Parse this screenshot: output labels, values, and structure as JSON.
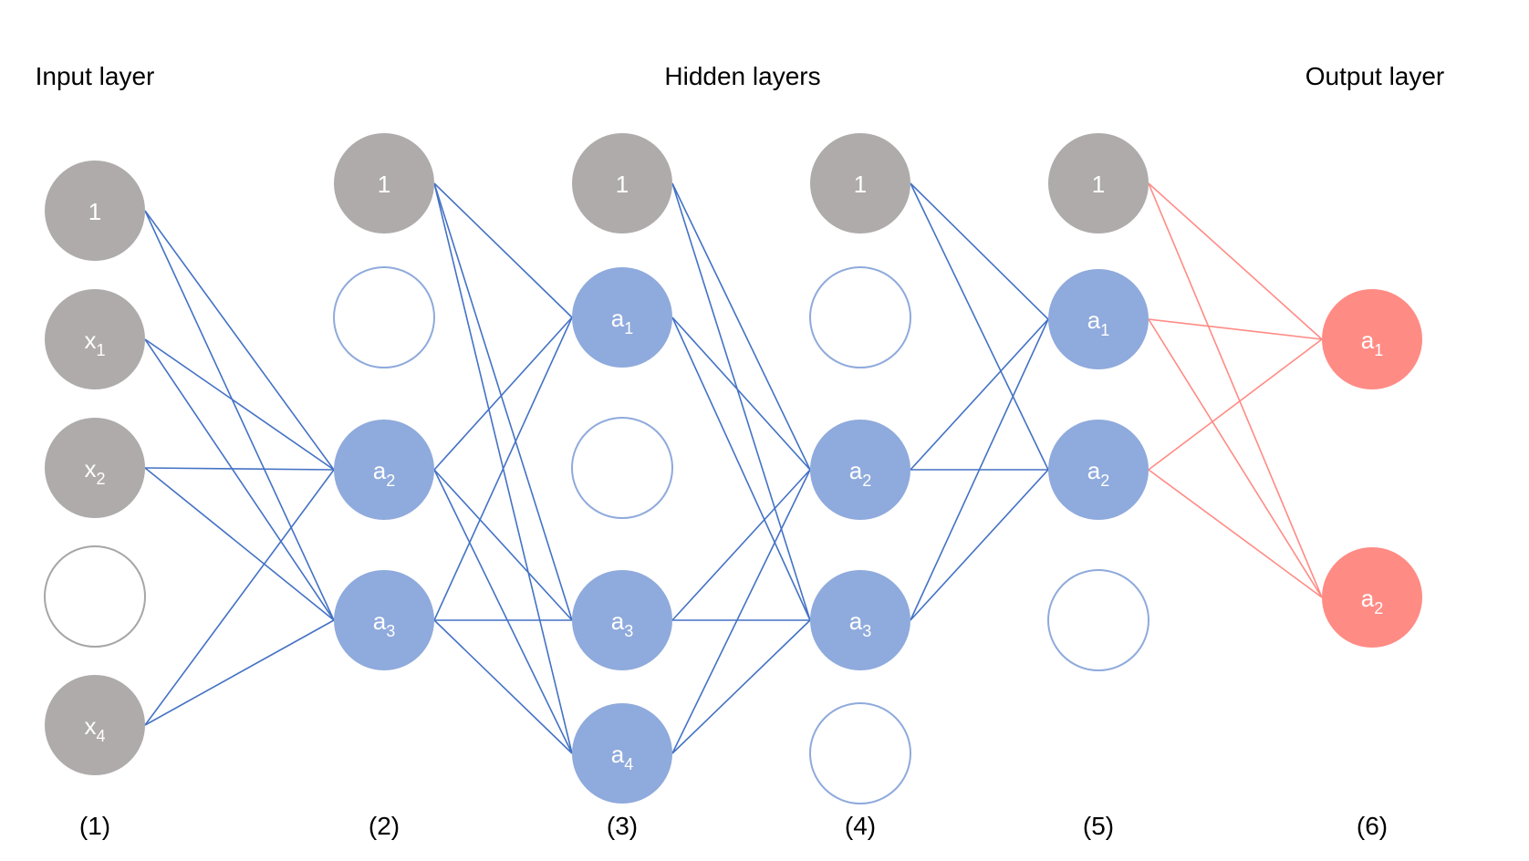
{
  "headers": {
    "input": "Input layer",
    "hidden": "Hidden layers",
    "output": "Output layer"
  },
  "colors": {
    "bias": "#afabab",
    "hidden": "#8faadc",
    "output": "#ff8b85",
    "edge_hidden": "#4472c4",
    "edge_output": "#ff8b85",
    "dropped_input_stroke": "#a6a6a6",
    "dropped_hidden_stroke": "#8faadc"
  },
  "layers": [
    {
      "id": "1",
      "label": "(1)",
      "nodes": [
        {
          "name": "1",
          "main": "1",
          "sub": "",
          "style": "bias"
        },
        {
          "name": "x1",
          "main": "x",
          "sub": "1",
          "style": "bias"
        },
        {
          "name": "x2",
          "main": "x",
          "sub": "2",
          "style": "bias"
        },
        {
          "name": "dropped-1",
          "main": "",
          "sub": "",
          "style": "dropped-input"
        },
        {
          "name": "x4",
          "main": "x",
          "sub": "4",
          "style": "bias"
        }
      ]
    },
    {
      "id": "2",
      "label": "(2)",
      "nodes": [
        {
          "name": "1",
          "main": "1",
          "sub": "",
          "style": "bias"
        },
        {
          "name": "dropped-1",
          "main": "",
          "sub": "",
          "style": "dropped-hidden"
        },
        {
          "name": "a2",
          "main": "a",
          "sub": "2",
          "style": "hidden"
        },
        {
          "name": "a3",
          "main": "a",
          "sub": "3",
          "style": "hidden"
        }
      ]
    },
    {
      "id": "3",
      "label": "(3)",
      "nodes": [
        {
          "name": "1",
          "main": "1",
          "sub": "",
          "style": "bias"
        },
        {
          "name": "a1",
          "main": "a",
          "sub": "1",
          "style": "hidden"
        },
        {
          "name": "dropped-1",
          "main": "",
          "sub": "",
          "style": "dropped-hidden"
        },
        {
          "name": "a3",
          "main": "a",
          "sub": "3",
          "style": "hidden"
        },
        {
          "name": "a4",
          "main": "a",
          "sub": "4",
          "style": "hidden"
        }
      ]
    },
    {
      "id": "4",
      "label": "(4)",
      "nodes": [
        {
          "name": "1",
          "main": "1",
          "sub": "",
          "style": "bias"
        },
        {
          "name": "dropped-1",
          "main": "",
          "sub": "",
          "style": "dropped-hidden"
        },
        {
          "name": "a2",
          "main": "a",
          "sub": "2",
          "style": "hidden"
        },
        {
          "name": "a3",
          "main": "a",
          "sub": "3",
          "style": "hidden"
        },
        {
          "name": "dropped-2",
          "main": "",
          "sub": "",
          "style": "dropped-hidden"
        }
      ]
    },
    {
      "id": "5",
      "label": "(5)",
      "nodes": [
        {
          "name": "1",
          "main": "1",
          "sub": "",
          "style": "bias"
        },
        {
          "name": "a1",
          "main": "a",
          "sub": "1",
          "style": "hidden"
        },
        {
          "name": "a2",
          "main": "a",
          "sub": "2",
          "style": "hidden"
        },
        {
          "name": "dropped-1",
          "main": "",
          "sub": "",
          "style": "dropped-hidden"
        }
      ]
    },
    {
      "id": "6",
      "label": "(6)",
      "nodes": [
        {
          "name": "a1",
          "main": "a",
          "sub": "1",
          "style": "output"
        },
        {
          "name": "a2",
          "main": "a",
          "sub": "2",
          "style": "output"
        }
      ]
    }
  ],
  "connections": [
    {
      "from_layer": 0,
      "to_layer": 1,
      "from": [
        0,
        1,
        2,
        4
      ],
      "to": [
        2,
        3
      ],
      "color": "edge_hidden"
    },
    {
      "from_layer": 1,
      "to_layer": 2,
      "from": [
        0,
        2,
        3
      ],
      "to": [
        1,
        3,
        4
      ],
      "color": "edge_hidden"
    },
    {
      "from_layer": 2,
      "to_layer": 3,
      "from": [
        0,
        1,
        3,
        4
      ],
      "to": [
        2,
        3
      ],
      "color": "edge_hidden"
    },
    {
      "from_layer": 3,
      "to_layer": 4,
      "from": [
        0,
        2,
        3
      ],
      "to": [
        1,
        2
      ],
      "color": "edge_hidden"
    },
    {
      "from_layer": 4,
      "to_layer": 5,
      "from": [
        0,
        1,
        2
      ],
      "to": [
        0,
        1
      ],
      "color": "edge_output"
    }
  ]
}
